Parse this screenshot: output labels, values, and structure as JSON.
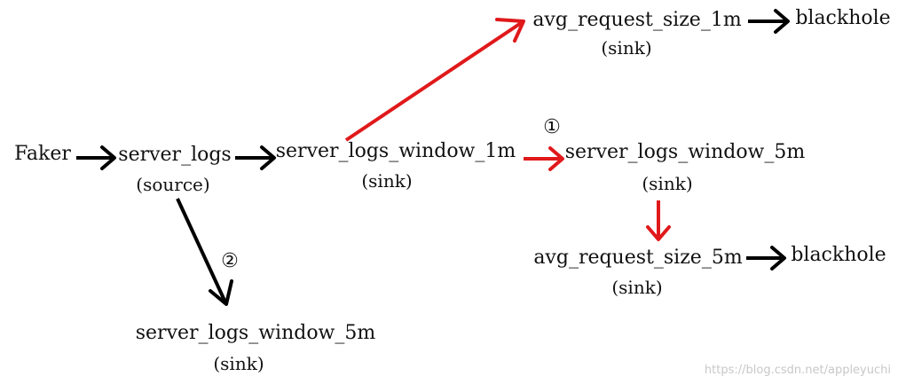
{
  "nodes": {
    "faker": "Faker",
    "server_logs": "server_logs",
    "server_logs_role": "(source)",
    "win1m": "server_logs_window_1m",
    "win1m_role": "(sink)",
    "avg1m": "avg_request_size_1m",
    "avg1m_role": "(sink)",
    "blackhole_top": "blackhole",
    "win5m_right": "server_logs_window_5m",
    "win5m_right_role": "(sink)",
    "avg5m": "avg_request_size_5m",
    "avg5m_role": "(sink)",
    "blackhole_bottom": "blackhole",
    "win5m_bottom": "server_logs_window_5m",
    "win5m_bottom_role": "(sink)"
  },
  "markers": {
    "one": "①",
    "two": "②"
  },
  "watermark": "https://blog.csdn.net/appleyuchi",
  "colors": {
    "black_arrow": "#000000",
    "red_arrow": "#e0191b"
  }
}
